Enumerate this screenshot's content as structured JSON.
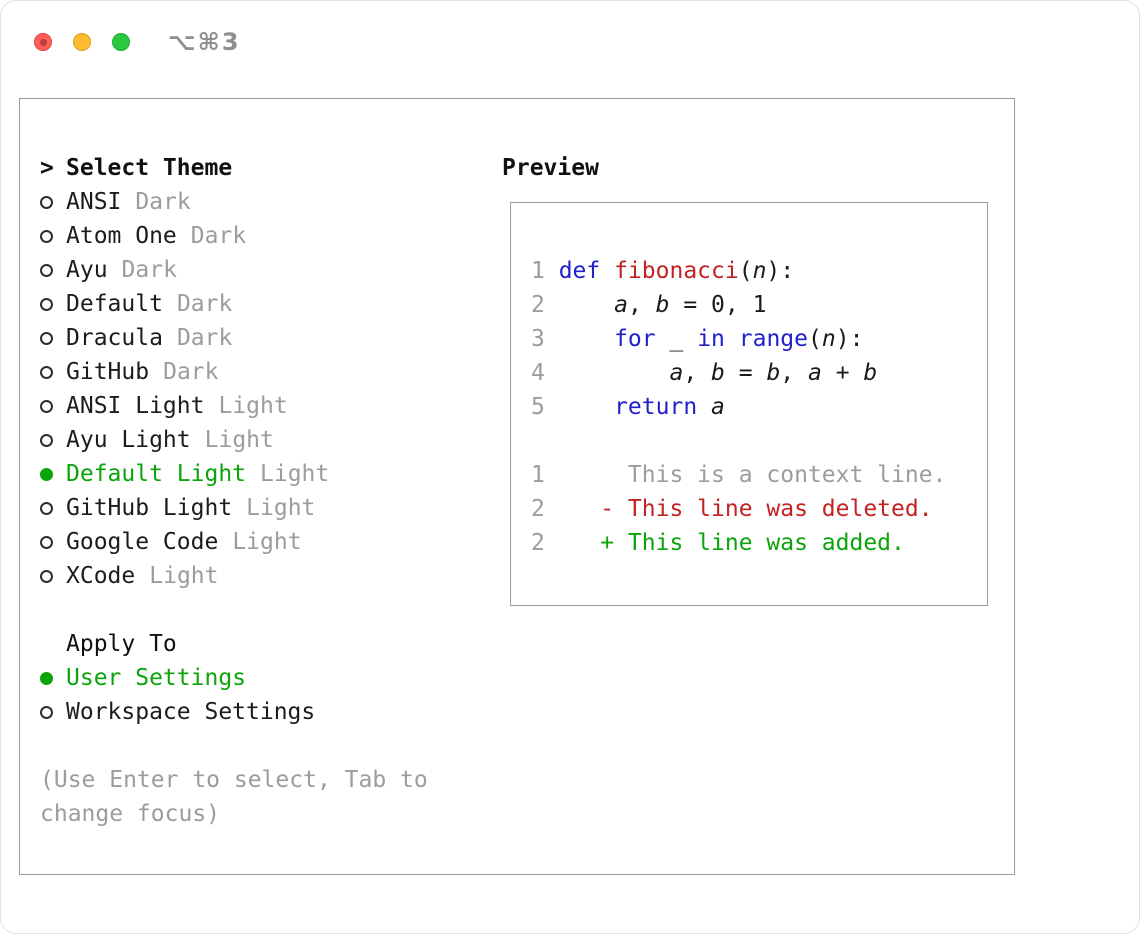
{
  "titlebar": {
    "shortcut": "⌥⌘3",
    "window_controls": [
      "close",
      "minimize",
      "zoom"
    ]
  },
  "colors": {
    "green": "#0ba50b",
    "blue": "#2020cc",
    "red": "#c32222",
    "gray": "#9b9ba1",
    "traffic_red": "#ff5f57",
    "traffic_yellow": "#febc2e",
    "traffic_green": "#28c840"
  },
  "theme_picker": {
    "header_prompt": ">",
    "header_label": "Select Theme",
    "items": [
      {
        "name": "ANSI",
        "variant": "Dark",
        "selected": false
      },
      {
        "name": "Atom One",
        "variant": "Dark",
        "selected": false
      },
      {
        "name": "Ayu",
        "variant": "Dark",
        "selected": false
      },
      {
        "name": "Default",
        "variant": "Dark",
        "selected": false
      },
      {
        "name": "Dracula",
        "variant": "Dark",
        "selected": false
      },
      {
        "name": "GitHub",
        "variant": "Dark",
        "selected": false
      },
      {
        "name": "ANSI Light",
        "variant": "Light",
        "selected": false
      },
      {
        "name": "Ayu Light",
        "variant": "Light",
        "selected": false
      },
      {
        "name": "Default Light",
        "variant": "Light",
        "selected": true
      },
      {
        "name": "GitHub Light",
        "variant": "Light",
        "selected": false
      },
      {
        "name": "Google Code",
        "variant": "Light",
        "selected": false
      },
      {
        "name": "XCode",
        "variant": "Light",
        "selected": false
      }
    ],
    "apply_to": {
      "label": "Apply To",
      "options": [
        {
          "label": "User Settings",
          "selected": true
        },
        {
          "label": "Workspace Settings",
          "selected": false
        }
      ]
    },
    "hint": "(Use Enter to select, Tab to change focus)"
  },
  "preview": {
    "title": "Preview",
    "code_lines": [
      {
        "num": "1",
        "tokens": [
          {
            "t": "def ",
            "c": "kw"
          },
          {
            "t": "fibonacci",
            "c": "fn"
          },
          {
            "t": "(",
            "c": "pl"
          },
          {
            "t": "n",
            "c": "var"
          },
          {
            "t": "):",
            "c": "pl"
          }
        ]
      },
      {
        "num": "2",
        "tokens": [
          {
            "t": "    ",
            "c": "pl"
          },
          {
            "t": "a",
            "c": "var"
          },
          {
            "t": ", ",
            "c": "pl"
          },
          {
            "t": "b",
            "c": "var"
          },
          {
            "t": " = 0, 1",
            "c": "pl"
          }
        ]
      },
      {
        "num": "3",
        "tokens": [
          {
            "t": "    ",
            "c": "pl"
          },
          {
            "t": "for",
            "c": "kw"
          },
          {
            "t": " ",
            "c": "pl"
          },
          {
            "t": "_",
            "c": "var"
          },
          {
            "t": " ",
            "c": "pl"
          },
          {
            "t": "in",
            "c": "kw"
          },
          {
            "t": " ",
            "c": "pl"
          },
          {
            "t": "range",
            "c": "kw"
          },
          {
            "t": "(",
            "c": "pl"
          },
          {
            "t": "n",
            "c": "var"
          },
          {
            "t": "):",
            "c": "pl"
          }
        ]
      },
      {
        "num": "4",
        "tokens": [
          {
            "t": "        ",
            "c": "pl"
          },
          {
            "t": "a",
            "c": "var"
          },
          {
            "t": ", ",
            "c": "pl"
          },
          {
            "t": "b",
            "c": "var"
          },
          {
            "t": " = ",
            "c": "pl"
          },
          {
            "t": "b",
            "c": "var"
          },
          {
            "t": ", ",
            "c": "pl"
          },
          {
            "t": "a",
            "c": "var"
          },
          {
            "t": " + ",
            "c": "pl"
          },
          {
            "t": "b",
            "c": "var"
          }
        ]
      },
      {
        "num": "5",
        "tokens": [
          {
            "t": "    ",
            "c": "pl"
          },
          {
            "t": "return",
            "c": "kw"
          },
          {
            "t": " ",
            "c": "pl"
          },
          {
            "t": "a",
            "c": "var"
          }
        ]
      },
      {
        "num": "",
        "tokens": []
      },
      {
        "num": "1",
        "tokens": [
          {
            "t": "     This is a context line.",
            "c": "ctx"
          }
        ]
      },
      {
        "num": "2",
        "tokens": [
          {
            "t": "   - This line was deleted.",
            "c": "del"
          }
        ]
      },
      {
        "num": "2",
        "tokens": [
          {
            "t": "   + This line was added.",
            "c": "add"
          }
        ]
      }
    ]
  }
}
